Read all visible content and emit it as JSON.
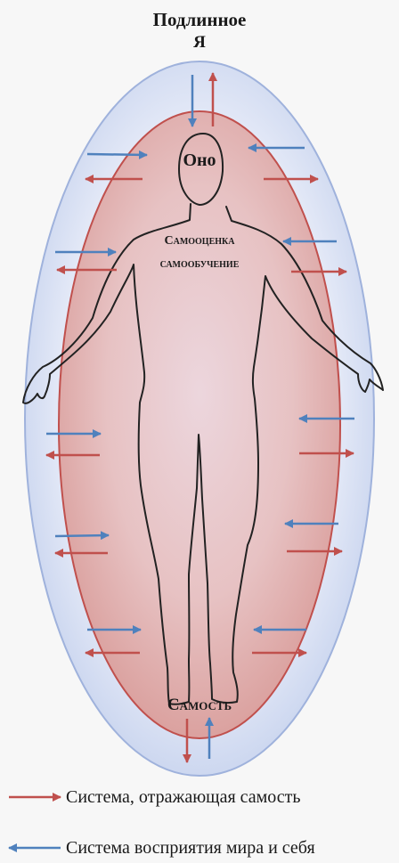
{
  "labels": {
    "top_line1": "Подлинное",
    "top_line2": "Я",
    "head": "Оно",
    "chest_line1": "Самооценка",
    "chest_line2": "самообучение",
    "bottom": "Самость"
  },
  "legend": [
    {
      "color": "#c0504d",
      "text": "Система, отражающая самость"
    },
    {
      "color": "#4f81bd",
      "text": "Система восприятия мира и себя"
    }
  ],
  "colors": {
    "blue": "#4f81bd",
    "red": "#c0504d"
  }
}
